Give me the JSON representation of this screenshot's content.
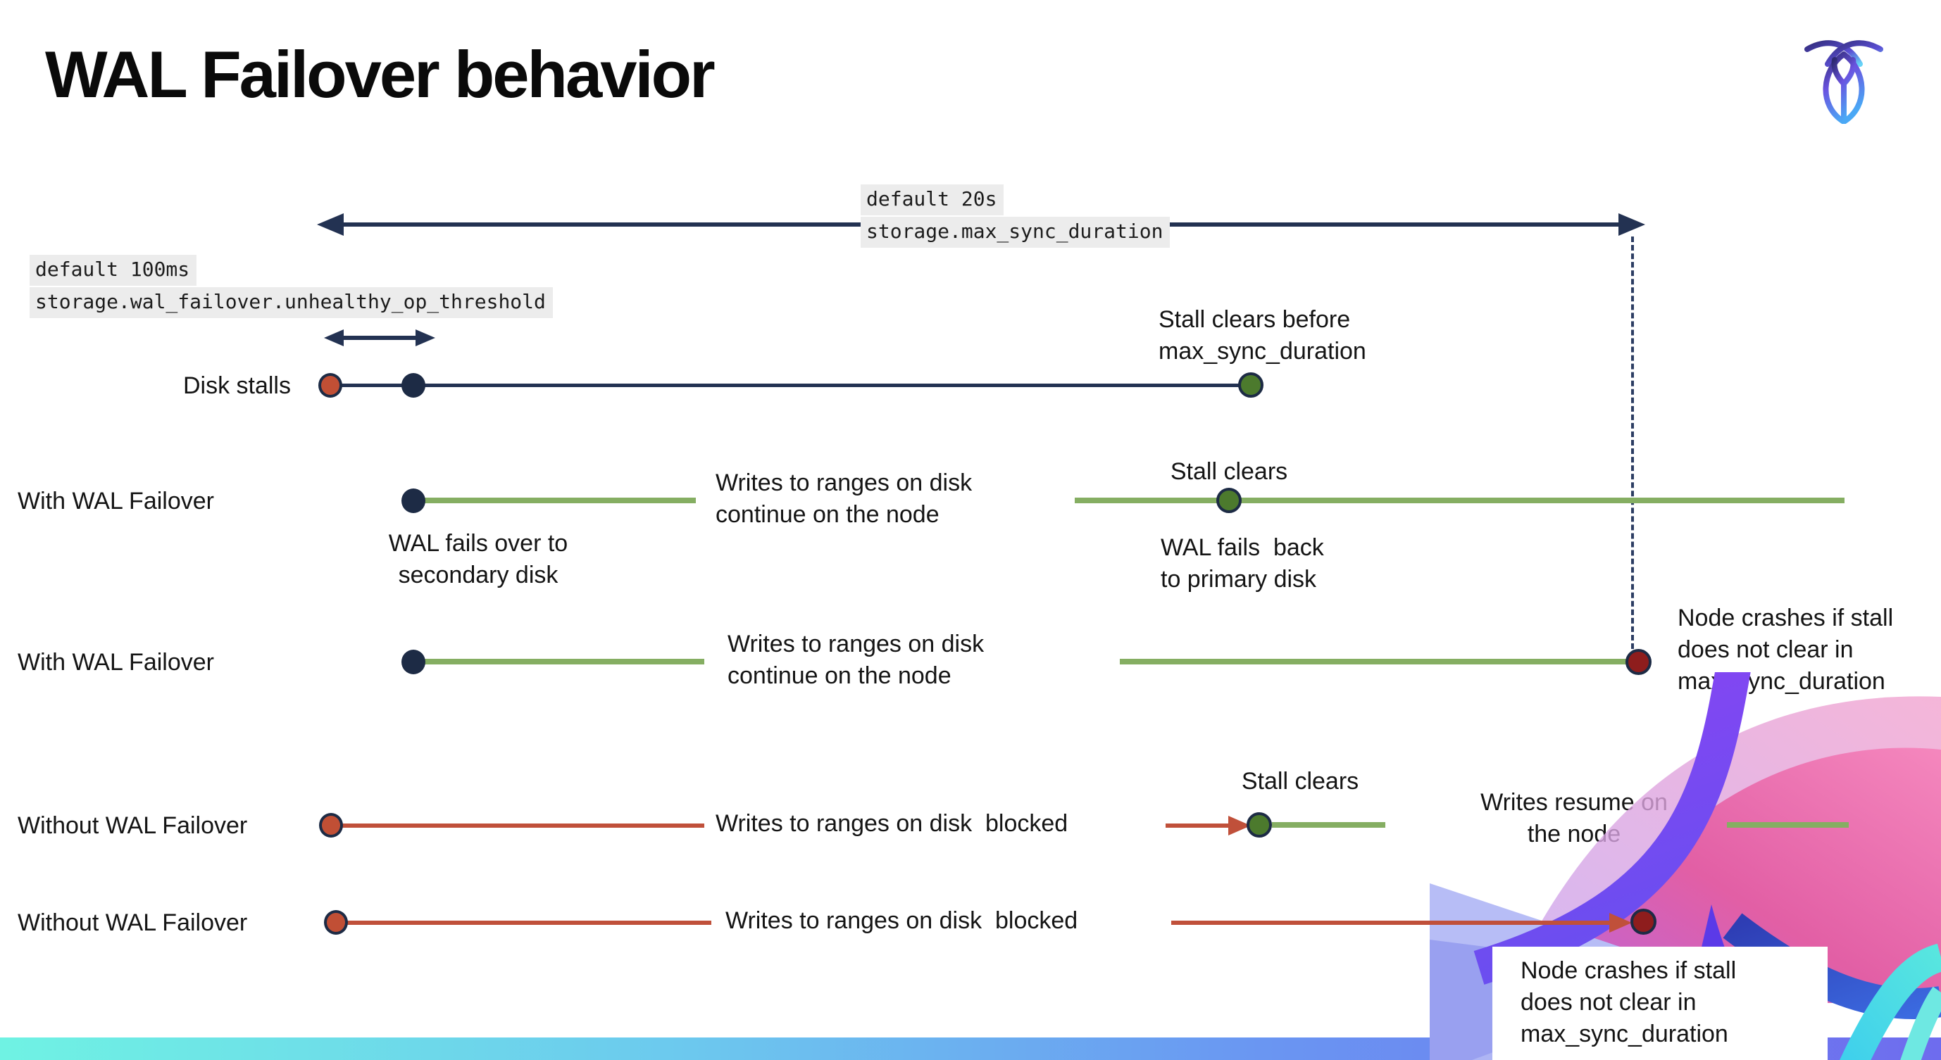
{
  "title": "WAL Failover behavior",
  "colors": {
    "navy": "#233252",
    "brick_red": "#c0503a",
    "maroon": "#8e1d1d",
    "green_line": "#85ae62",
    "green_dot": "#4c7a2d",
    "code_highlight_bg": "#ececec",
    "bottom_bar_gradient": [
      "#6ff2e3",
      "#6cc9ee",
      "#6a96f2",
      "#6e6cee"
    ]
  },
  "settings": {
    "max_sync": {
      "default_label": "default 20s",
      "setting_name": "storage.max_sync_duration"
    },
    "unhealthy_op": {
      "default_label": "default 100ms",
      "setting_name": "storage.wal_failover.unhealthy_op_threshold"
    }
  },
  "rows": {
    "disk_stalls": {
      "label": "Disk stalls",
      "stall_clears_note": "Stall clears before\nmax_sync_duration"
    },
    "with_failover_1": {
      "label": "With WAL Failover",
      "failover_note": "WAL fails over to\nsecondary disk",
      "writes_note": "Writes to ranges on disk\ncontinue on the node",
      "stall_clears": "Stall clears",
      "failback_note": "WAL fails  back\nto primary disk"
    },
    "with_failover_2": {
      "label": "With WAL Failover",
      "writes_note": "Writes to ranges on disk\ncontinue on the node",
      "crash_note": "Node crashes if stall\ndoes not clear in\nmax_sync_duration"
    },
    "without_failover_1": {
      "label": "Without WAL Failover",
      "blocked_note": "Writes to ranges on disk  blocked",
      "stall_clears": "Stall clears",
      "resume_note": "Writes resume on\nthe node"
    },
    "without_failover_2": {
      "label": "Without WAL Failover",
      "blocked_note": "Writes to ranges on disk  blocked",
      "crash_note": "Node crashes if stall\ndoes not clear in\nmax_sync_duration"
    }
  }
}
